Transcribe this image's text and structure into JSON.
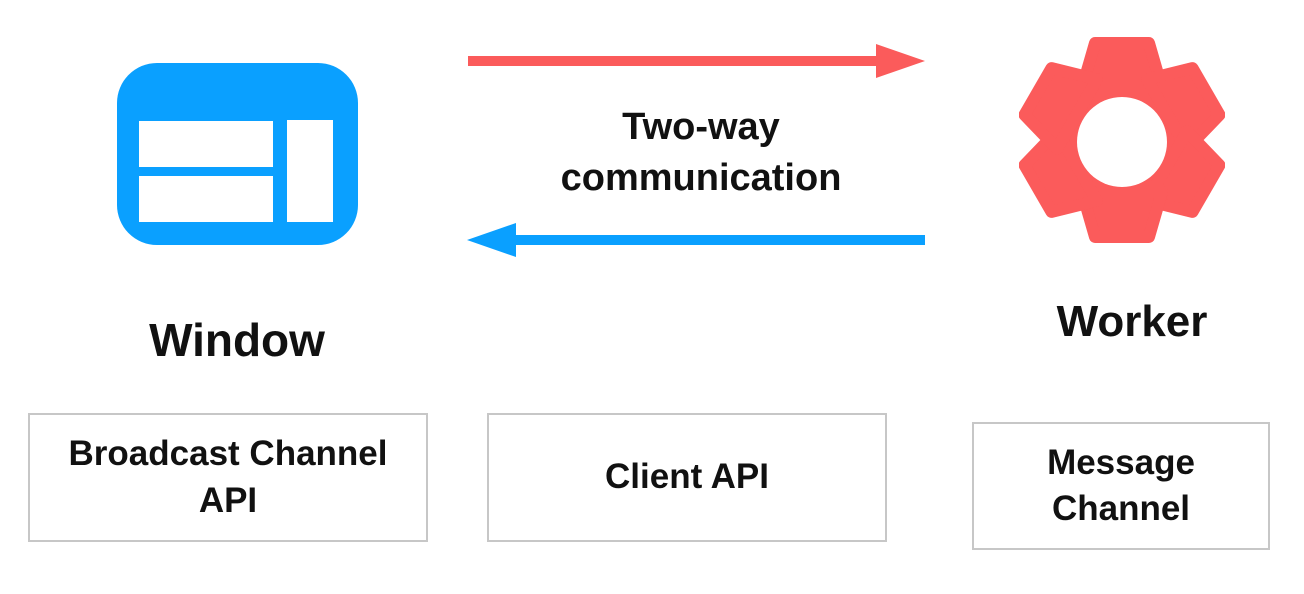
{
  "nodes": {
    "window": {
      "label": "Window",
      "icon": "browser-window-icon",
      "icon_color": "#0AA0FF"
    },
    "worker": {
      "label": "Worker",
      "icon": "gear-icon",
      "icon_color": "#FB5B5B"
    }
  },
  "connection": {
    "label": "Two-way communication",
    "forward_arrow": {
      "direction": "window-to-worker",
      "color": "#FB5B5B"
    },
    "backward_arrow": {
      "direction": "worker-to-window",
      "color": "#0AA0FF"
    }
  },
  "api_boxes": [
    {
      "label": "Broadcast Channel API"
    },
    {
      "label": "Client API"
    },
    {
      "label": "Message Channel"
    }
  ],
  "colors": {
    "blue": "#0AA0FF",
    "red": "#FB5B5B",
    "box-border": "#C7C7C7",
    "text": "#111111",
    "background": "#FFFFFF"
  }
}
